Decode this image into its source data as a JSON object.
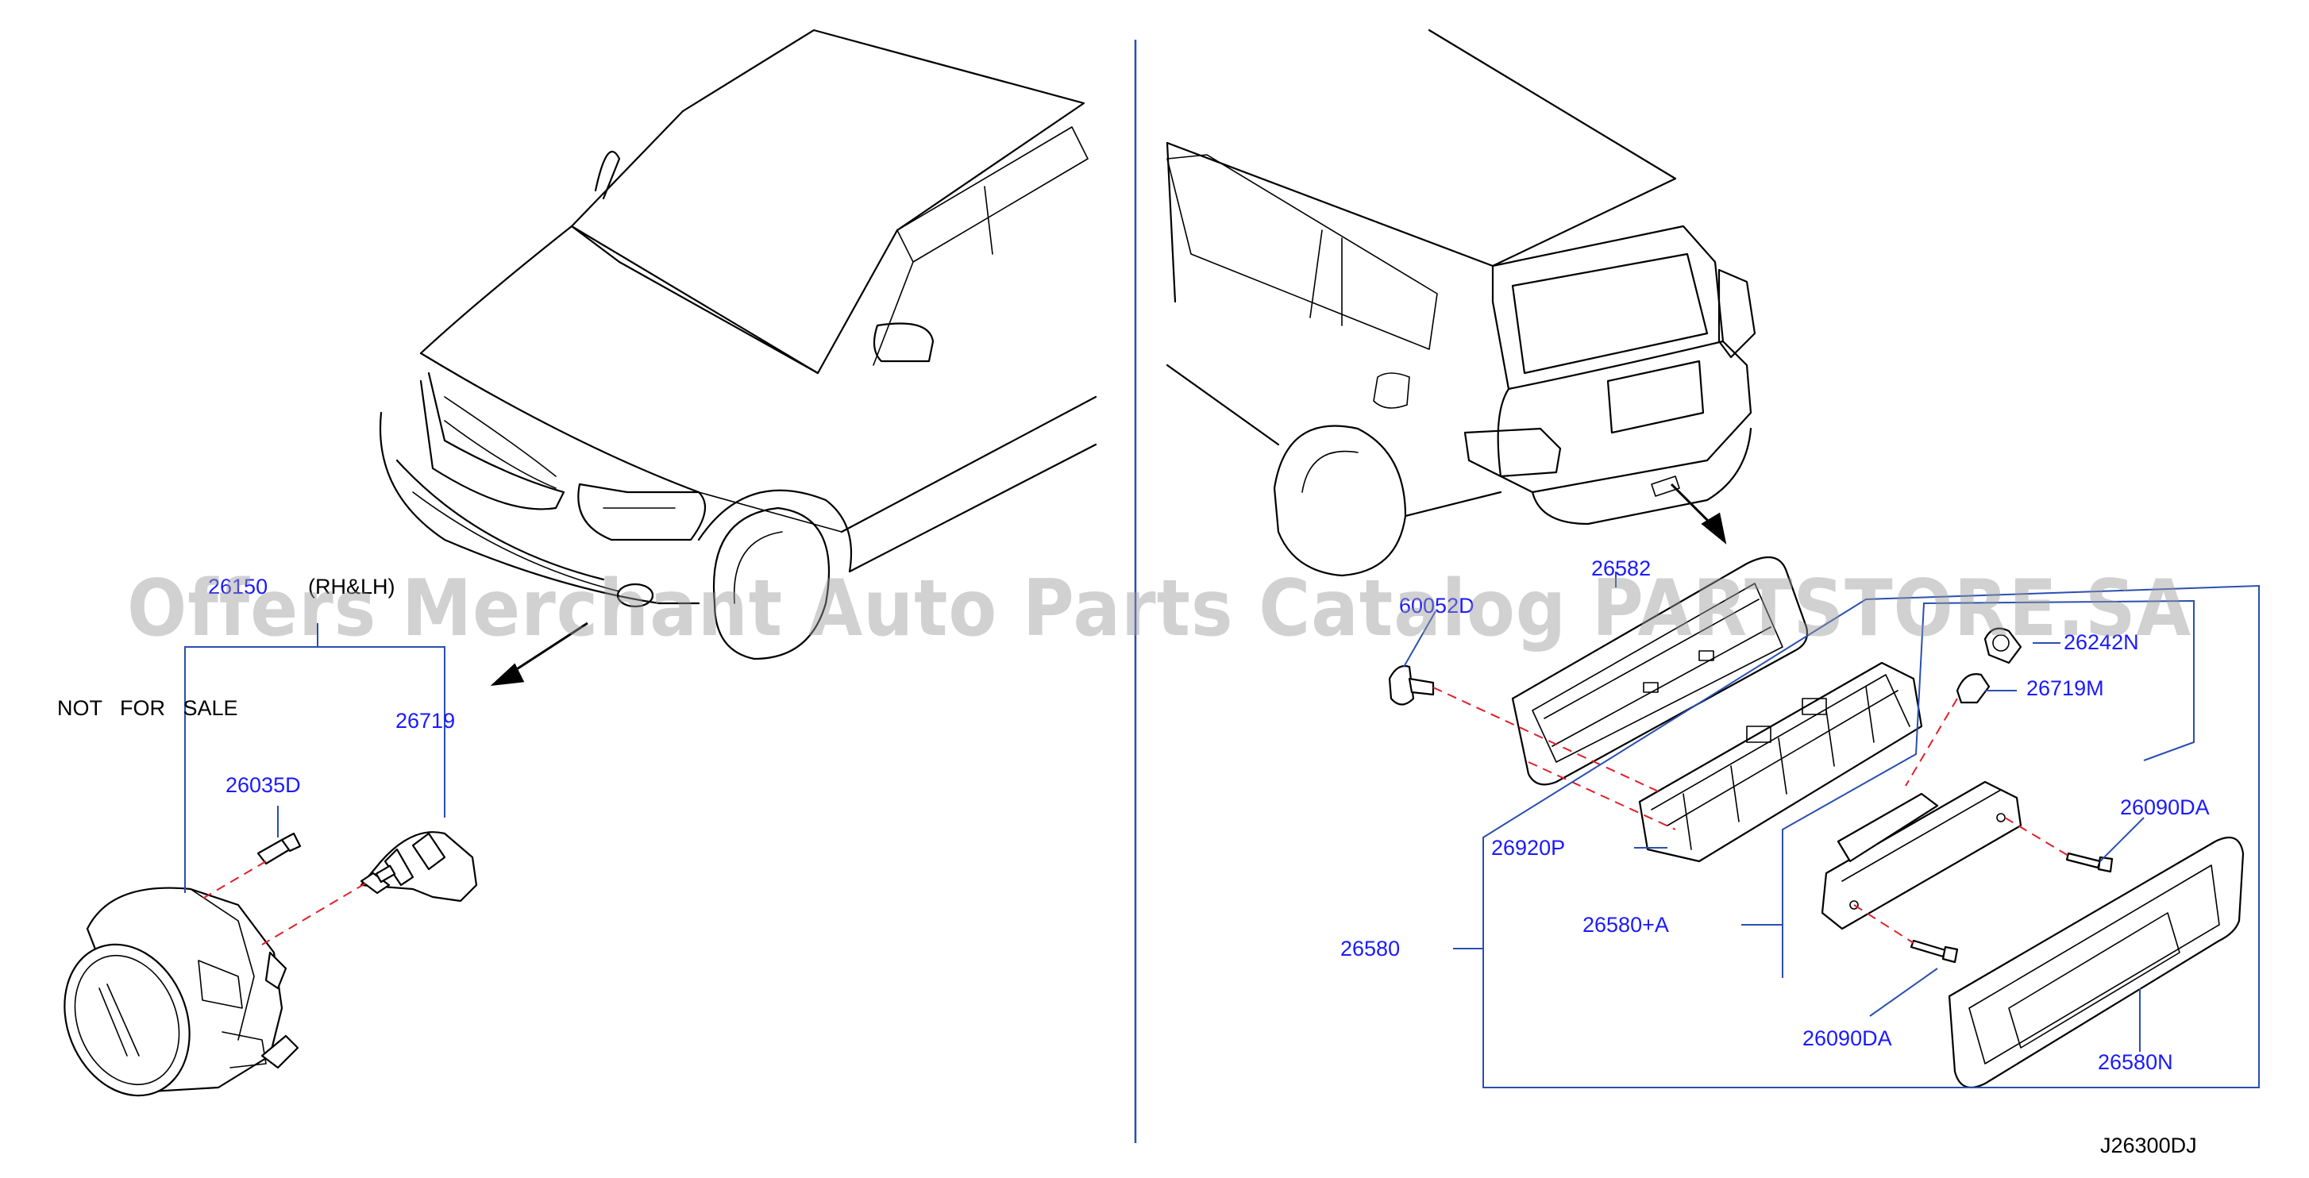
{
  "watermark": "Offers Merchant Auto Parts Catalog PARTSTORE.SA",
  "diagram_code": "J26300DJ",
  "not_for_sale": "NOT   FOR   SALE",
  "left_group": {
    "assembly": "26150",
    "assembly_note": "(RH&LH)",
    "bulb": "26719",
    "screw": "26035D"
  },
  "right_group": {
    "bracket": "26582",
    "clip": "60052D",
    "housing": "26920P",
    "assembly": "26580",
    "sub_assembly": "26580+A",
    "socket": "26242N",
    "bulb": "26719M",
    "screw_upper": "26090DA",
    "screw_lower": "26090DA",
    "lens": "26580N"
  },
  "colors": {
    "callout": "#1a1aff",
    "leader": "#2a4fb0",
    "dashed": "#e0202a",
    "watermark": "#9a9a9a"
  }
}
